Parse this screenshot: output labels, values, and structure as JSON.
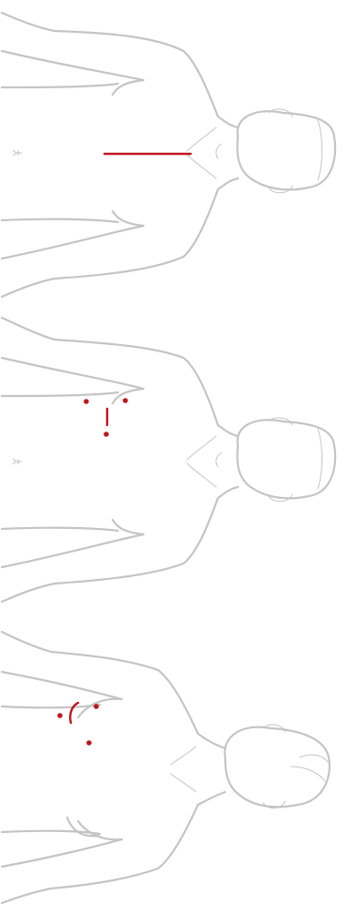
{
  "colors": {
    "outline": "#c4c4c4",
    "incision": "#c0141c",
    "background": "#ffffff"
  },
  "figures": [
    {
      "name": "male-torso-sternotomy",
      "incision": "midline-line"
    },
    {
      "name": "male-torso-minimally-invasive",
      "incision": "short-line-and-ports"
    },
    {
      "name": "female-torso-minimally-invasive",
      "incision": "curved-arc-and-ports"
    }
  ]
}
